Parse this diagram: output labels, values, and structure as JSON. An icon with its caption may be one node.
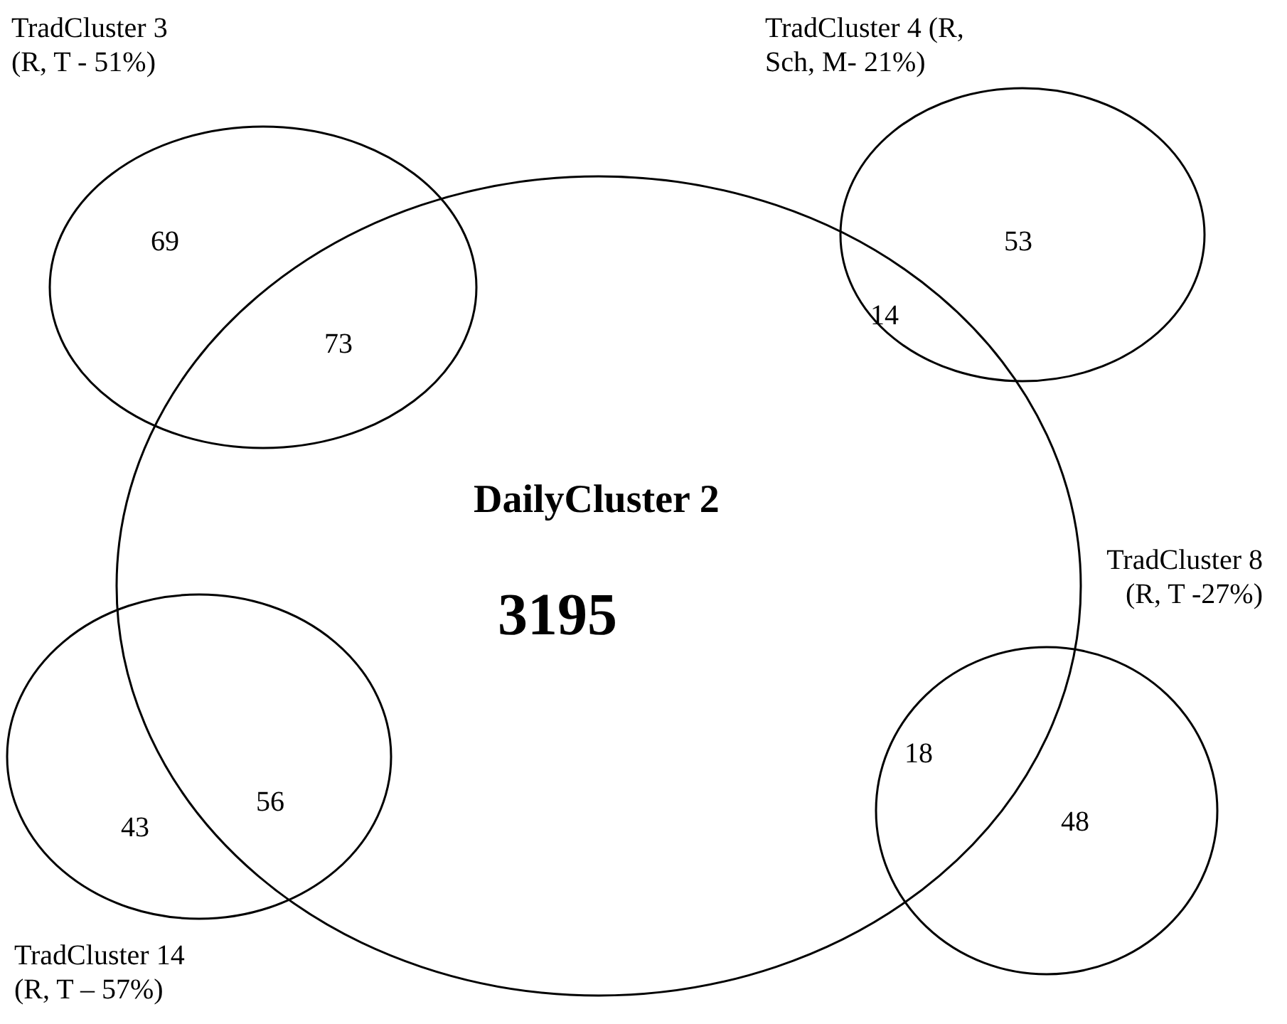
{
  "diagram": {
    "nodes": [
      {
        "text": [
          "DailyCluster 2",
          "3195"
        ]
      },
      {
        "text": [
          "TradCluster 3 (R, T - 51%)",
          "69",
          "73"
        ]
      },
      {
        "text": [
          "TradCluster 4 (R, Sch, M- 21%)",
          "53",
          "14"
        ]
      },
      {
        "text": [
          "56",
          "43",
          "TradCluster 14 (R, T – 57%)"
        ]
      },
      {
        "text": [
          "TradCluster 8 (R, T -27%)",
          "18",
          "48"
        ]
      }
    ]
  }
}
